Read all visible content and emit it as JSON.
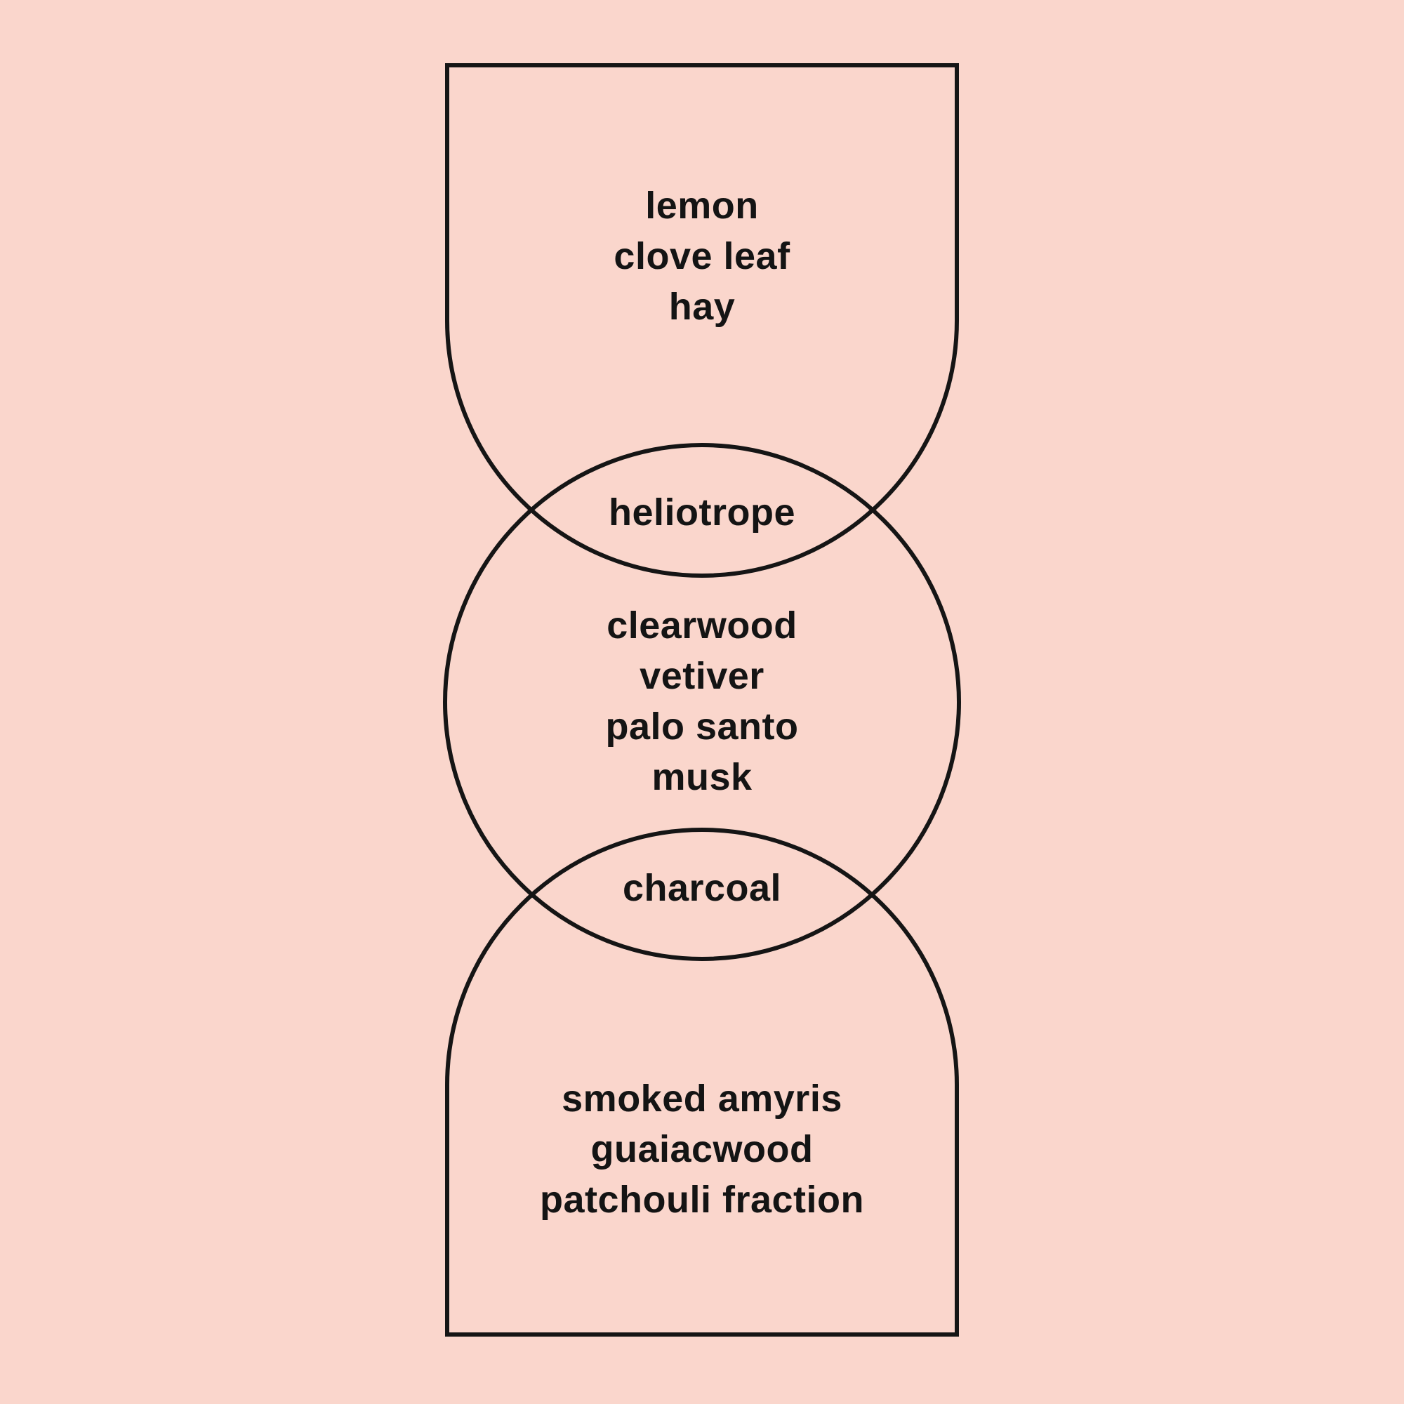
{
  "page": {
    "background_color": "#fad6cc",
    "line_color": "#151515",
    "text_color": "#141414"
  },
  "diagram": {
    "kind": "stacked-venn-fragrance-notes",
    "sections": {
      "top": {
        "notes": [
          "lemon",
          "clove leaf",
          "hay"
        ]
      },
      "top_overlap": {
        "note": "heliotrope"
      },
      "middle": {
        "notes": [
          "clearwood",
          "vetiver",
          "palo santo",
          "musk"
        ]
      },
      "bottom_overlap": {
        "note": "charcoal"
      },
      "bottom": {
        "notes": [
          "smoked amyris",
          "guaiacwood",
          "patchouli fraction"
        ]
      }
    }
  }
}
